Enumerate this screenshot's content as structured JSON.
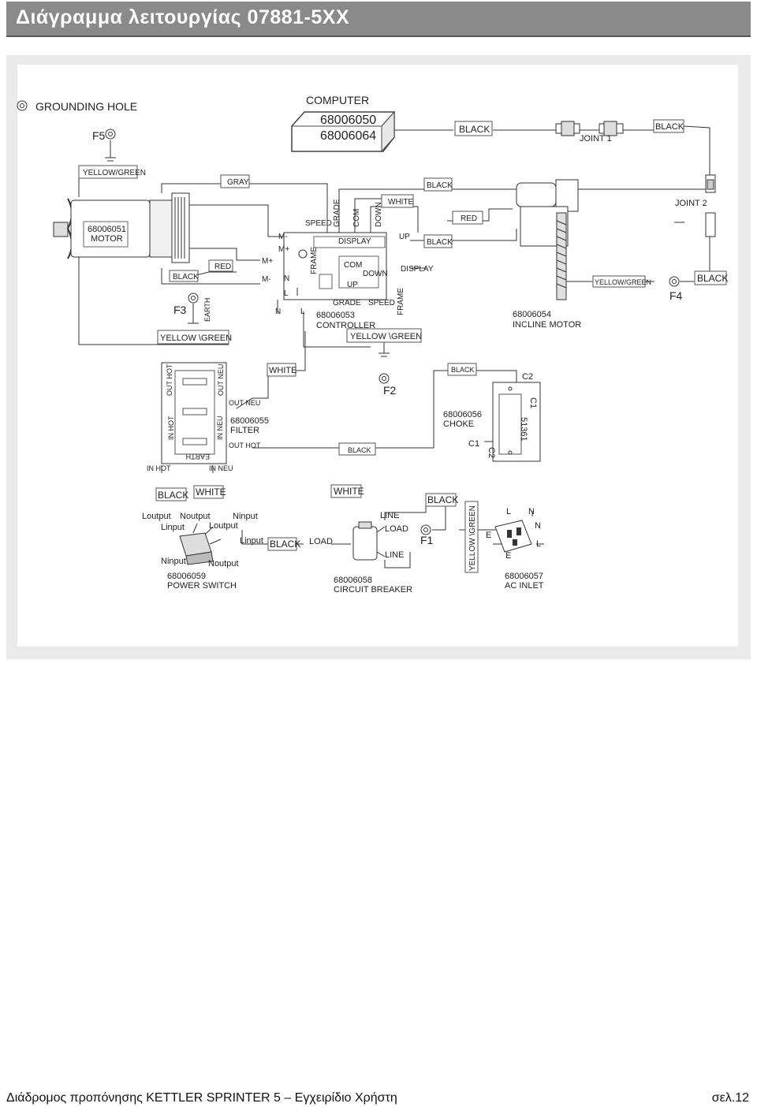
{
  "header": {
    "title": "Διάγραμμα λειτουργίας 07881-5XX"
  },
  "legend": {
    "grounding_hole": "GROUNDING HOLE"
  },
  "computer": {
    "title": "COMPUTER",
    "part1": "68006050",
    "part2": "68006064"
  },
  "labels": {
    "f5": "F5",
    "f3": "F3",
    "f4": "F4",
    "f2": "F2",
    "f1": "F1",
    "black": "BLACK",
    "white": "WHITE",
    "red": "RED",
    "gray": "GRAY",
    "yellow_green": "YELLOW/GREEN",
    "yellow_green_split": "YELLOW \\GREEN",
    "joint1": "JOINT 1",
    "joint2": "JOINT 2",
    "earth": "EARTH",
    "speed": "SPEED",
    "grade": "GRADE",
    "com": "COM",
    "down": "DOWN",
    "up": "UP",
    "display": "DISPLAY",
    "frame": "FRAME",
    "m_minus": "M-",
    "m_plus": "M+",
    "n": "N",
    "l": "L",
    "e": "E",
    "out_hot": "OUT HOT",
    "out_neu": "OUT NEU",
    "in_hot": "IN HOT",
    "in_neu": "IN NEU",
    "c1": "C1",
    "c2": "C2",
    "choke_mark": "51361",
    "loutput": "Loutput",
    "noutput": "Noutput",
    "linput": "Linput",
    "ninput": "Ninput",
    "line": "LINE",
    "load": "LOAD"
  },
  "parts": {
    "motor": {
      "code": "68006051",
      "name": "MOTOR"
    },
    "controller": {
      "code": "68006053",
      "name": "CONTROLLER"
    },
    "incline_motor": {
      "code": "68006054",
      "name": "INCLINE MOTOR"
    },
    "filter": {
      "code": "68006055",
      "name": "FILTER"
    },
    "choke": {
      "code": "68006056",
      "name": "CHOKE"
    },
    "power_switch": {
      "code": "68006059",
      "name": "POWER SWITCH"
    },
    "circuit_breaker": {
      "code": "68006058",
      "name": "CIRCUIT BREAKER"
    },
    "ac_inlet": {
      "code": "68006057",
      "name": "AC INLET"
    }
  },
  "footer": {
    "left": "Διάδρομος προπόνησης KETTLER SPRINTER 5 – Εγχειρίδιο Χρήστη",
    "right": "σελ.12"
  }
}
